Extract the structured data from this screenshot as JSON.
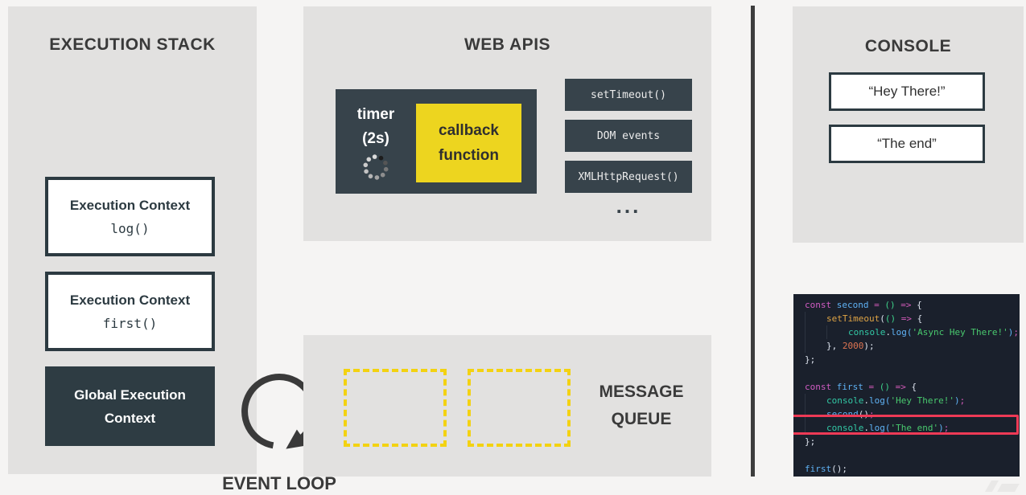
{
  "execution_stack": {
    "title": "EXECUTION STACK",
    "boxes": [
      {
        "lines": [
          "Execution Context",
          "log()"
        ],
        "variant": "light"
      },
      {
        "lines": [
          "Execution Context",
          "first()"
        ],
        "variant": "light"
      },
      {
        "lines": [
          "Global Execution",
          "Context"
        ],
        "variant": "dark"
      }
    ]
  },
  "event_loop": {
    "label": "EVENT LOOP"
  },
  "web_apis": {
    "title": "WEB APIS",
    "timer": {
      "title": "timer",
      "duration": "(2s)"
    },
    "callback_box": {
      "lines": [
        "callback",
        "function"
      ]
    },
    "api_buttons": [
      "setTimeout()",
      "DOM events",
      "XMLHttpRequest()"
    ],
    "ellipsis": "..."
  },
  "message_queue": {
    "title_lines": [
      "MESSAGE",
      "QUEUE"
    ],
    "empty_slots": 2
  },
  "console": {
    "title": "CONSOLE",
    "entries": [
      "“Hey There!”",
      "“The end”"
    ]
  },
  "code_editor": {
    "highlight_line": 9,
    "token_colors": {
      "kw": "#d05cc3",
      "fn": "#5fb2f5",
      "op": "#d15ab8",
      "grn": "#3ed189",
      "bi": "#dfa445",
      "obj": "#32c8a5",
      "log": "#5fb2f5",
      "str": "#49c96e",
      "num": "#de7552",
      "d": "#dde3ee"
    },
    "lines": [
      {
        "indent": 0,
        "tokens": [
          [
            "const",
            "kw"
          ],
          [
            " ",
            "d"
          ],
          [
            "second",
            "fn"
          ],
          [
            " ",
            "d"
          ],
          [
            "=",
            "op"
          ],
          [
            " ",
            "d"
          ],
          [
            "()",
            "grn"
          ],
          [
            " ",
            "d"
          ],
          [
            "=>",
            "op"
          ],
          [
            " {",
            "d"
          ]
        ]
      },
      {
        "indent": 1,
        "tokens": [
          [
            "setTimeout",
            "bi"
          ],
          [
            "(",
            "d"
          ],
          [
            "()",
            "grn"
          ],
          [
            " ",
            "d"
          ],
          [
            "=>",
            "op"
          ],
          [
            " {",
            "d"
          ]
        ]
      },
      {
        "indent": 2,
        "tokens": [
          [
            "console",
            "obj"
          ],
          [
            ".",
            "d"
          ],
          [
            "log",
            "log"
          ],
          [
            "(",
            "log"
          ],
          [
            "'Async Hey There!'",
            "str"
          ],
          [
            ")",
            "log"
          ],
          [
            ";",
            "op"
          ]
        ]
      },
      {
        "indent": 1,
        "tokens": [
          [
            "}, ",
            "d"
          ],
          [
            "2000",
            "num"
          ],
          [
            ");",
            "d"
          ]
        ]
      },
      {
        "indent": 0,
        "tokens": [
          [
            "};",
            "d"
          ]
        ]
      },
      {
        "indent": 0,
        "tokens": []
      },
      {
        "indent": 0,
        "tokens": [
          [
            "const",
            "kw"
          ],
          [
            " ",
            "d"
          ],
          [
            "first",
            "fn"
          ],
          [
            " ",
            "d"
          ],
          [
            "=",
            "op"
          ],
          [
            " ",
            "d"
          ],
          [
            "()",
            "grn"
          ],
          [
            " ",
            "d"
          ],
          [
            "=>",
            "op"
          ],
          [
            " {",
            "d"
          ]
        ]
      },
      {
        "indent": 1,
        "tokens": [
          [
            "console",
            "obj"
          ],
          [
            ".",
            "d"
          ],
          [
            "log",
            "log"
          ],
          [
            "(",
            "log"
          ],
          [
            "'Hey There!'",
            "str"
          ],
          [
            ")",
            "log"
          ],
          [
            ";",
            "op"
          ]
        ]
      },
      {
        "indent": 1,
        "tokens": [
          [
            "second",
            "fn"
          ],
          [
            "()",
            "d"
          ],
          [
            ";",
            "op"
          ]
        ]
      },
      {
        "indent": 1,
        "tokens": [
          [
            "console",
            "obj"
          ],
          [
            ".",
            "d"
          ],
          [
            "log",
            "log"
          ],
          [
            "(",
            "log"
          ],
          [
            "'The end'",
            "str"
          ],
          [
            ")",
            "log"
          ],
          [
            ";",
            "op"
          ]
        ]
      },
      {
        "indent": 0,
        "tokens": [
          [
            "};",
            "d"
          ]
        ]
      },
      {
        "indent": 0,
        "tokens": []
      },
      {
        "indent": 0,
        "tokens": [
          [
            "first",
            "fn"
          ],
          [
            "()",
            "d"
          ],
          [
            ";",
            "d"
          ]
        ]
      }
    ]
  },
  "colors": {
    "panel_bg": "#e2e1e0",
    "page_bg": "#f5f4f3",
    "box_dark": "#2e3c43",
    "slate": "#37434b",
    "yellow": "#edd51f",
    "queue_dash": "#f3d211",
    "divider": "#3d3d3d",
    "code_bg": "#1a202c",
    "highlight_red": "#ee3a56"
  }
}
